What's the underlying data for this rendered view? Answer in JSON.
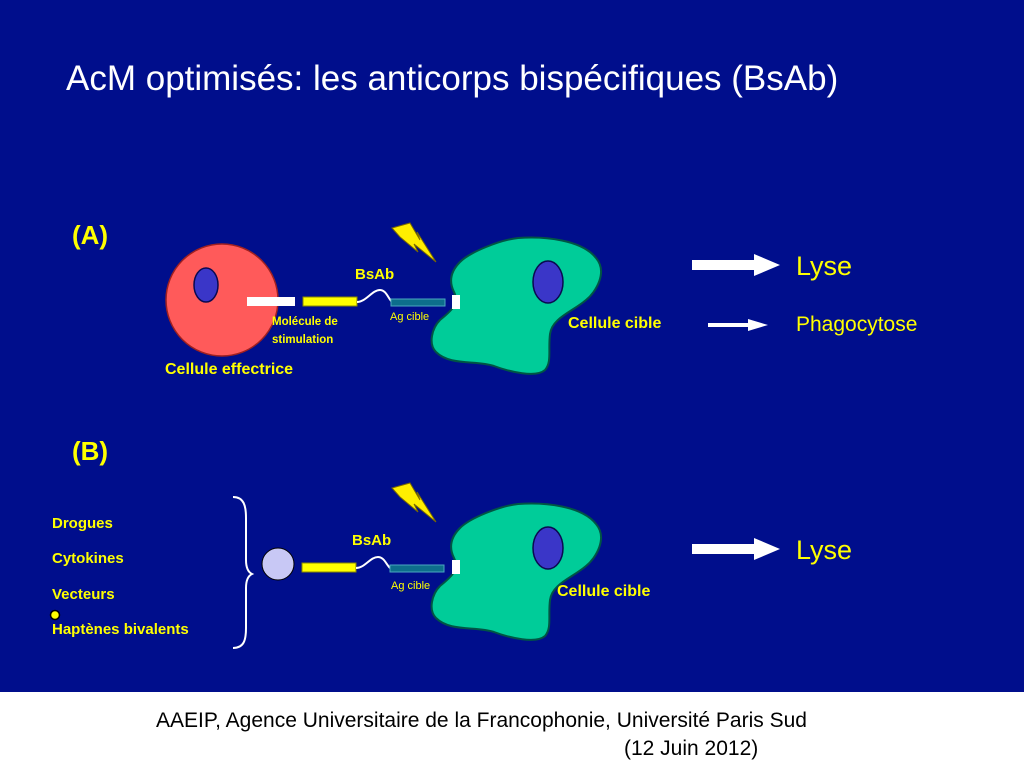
{
  "title": "AcM optimisés: les anticorps bispécifiques (BsAb)",
  "colors": {
    "background": "#000e8c",
    "label_yellow": "#ffff00",
    "effector_cell": "#ff5a5a",
    "target_cell": "#00cc99",
    "nucleus": "#3a36c8",
    "small_cell": "#c8c8f5",
    "ag_bar": "#0d6e8c",
    "bolt": "#ffee00"
  },
  "panel_a": {
    "label": "(A)",
    "bsab": "BsAb",
    "molecule_line1": "Molécule de",
    "molecule_line2": "stimulation",
    "ag_cible": "Ag cible",
    "effector_cell": "Cellule effectrice",
    "target_cell": "Cellule cible",
    "outcome_main": "Lyse",
    "outcome_secondary": "Phagocytose"
  },
  "panel_b": {
    "label": "(B)",
    "list": [
      "Drogues",
      "Cytokines",
      "Vecteurs",
      "Haptènes bivalents"
    ],
    "bsab": "BsAb",
    "ag_cible": "Ag cible",
    "target_cell": "Cellule cible",
    "outcome": "Lyse"
  },
  "footer": {
    "line1": "AAEIP, Agence Universitaire de la Francophonie, Université Paris Sud",
    "line2": "(12 Juin 2012)"
  }
}
